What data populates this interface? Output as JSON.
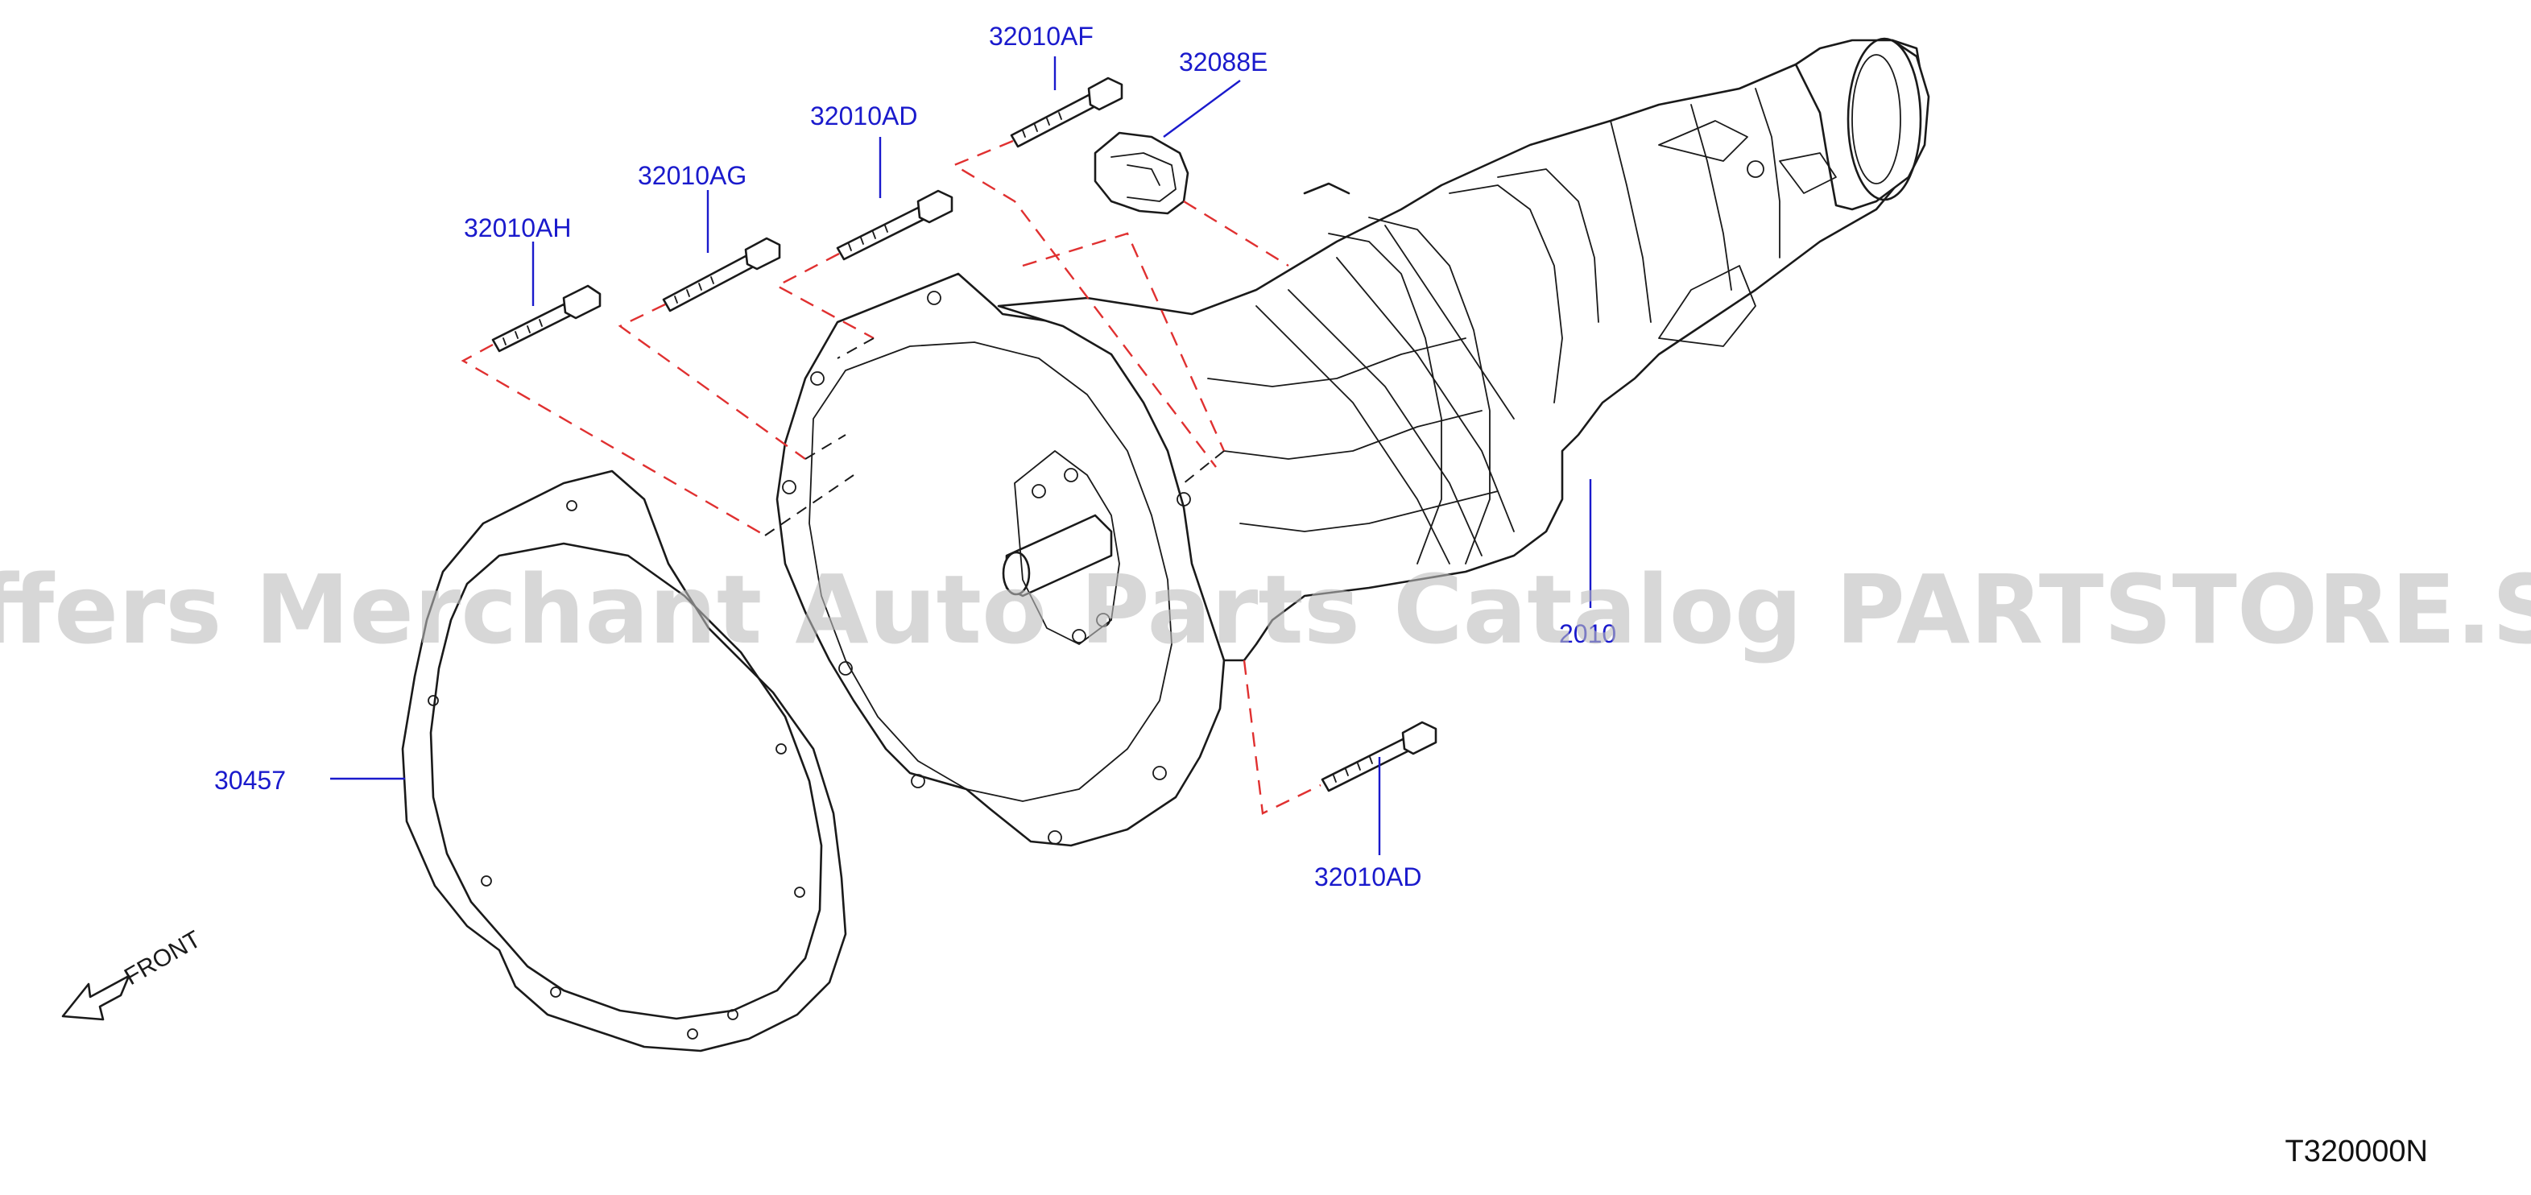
{
  "labels": {
    "bolt_af": "32010AF",
    "connector": "32088E",
    "bolt_ad_top": "32010AD",
    "bolt_ag": "32010AG",
    "bolt_ah": "32010AH",
    "gasket": "30457",
    "transmission": "2010",
    "bolt_ad_bottom": "32010AD"
  },
  "front_label": "FRONT",
  "diagram_code": "T320000N",
  "watermark": "Offers Merchant Auto Parts Catalog PARTSTORE.SA",
  "colors": {
    "label": "#1a1acc",
    "dashed_guide": "#e03030",
    "line_art": "#1a1a1a",
    "watermark": "#bdbdbd"
  }
}
